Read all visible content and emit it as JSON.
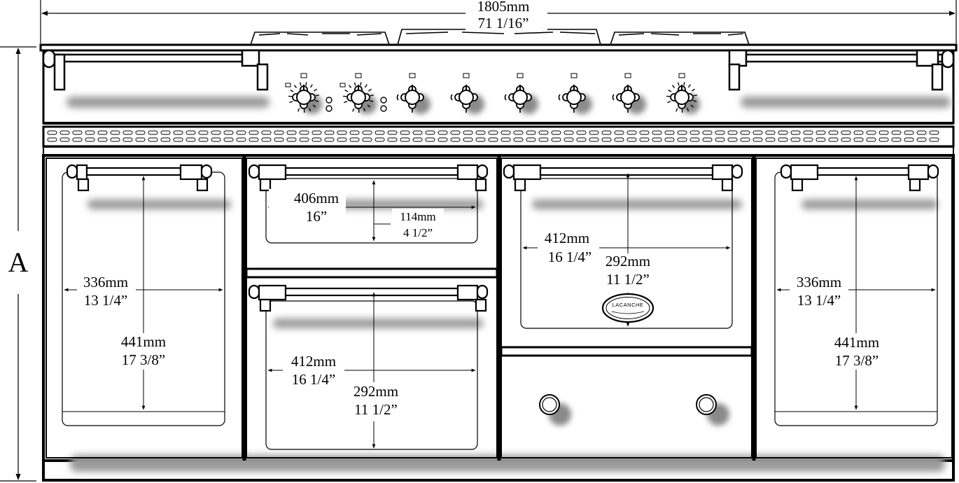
{
  "overall": {
    "width_mm": "1805mm",
    "width_in": "71 1/16”",
    "height_label": "A"
  },
  "left_oven": {
    "width_mm": "336mm",
    "width_in": "13 1/4”",
    "height_mm": "441mm",
    "height_in": "17 3/8”"
  },
  "top_middle_oven": {
    "width_mm": "406mm",
    "width_in": "16”",
    "height_mm": "114mm",
    "height_in": "4 1/2”"
  },
  "bottom_middle_oven": {
    "width_mm": "412mm",
    "width_in": "16 1/4”",
    "height_mm": "292mm",
    "height_in": "11 1/2”"
  },
  "center_right_oven": {
    "width_mm": "412mm",
    "width_in": "16 1/4”",
    "height_mm": "292mm",
    "height_in": "11 1/2”"
  },
  "right_oven": {
    "width_mm": "336mm",
    "width_in": "13 1/4”",
    "height_mm": "441mm",
    "height_in": "17 3/8”"
  },
  "logo": {
    "brand": "LACANCHE"
  },
  "colors": {
    "line": "#000000",
    "shadow": "#9a9a9a",
    "background": "#ffffff"
  }
}
